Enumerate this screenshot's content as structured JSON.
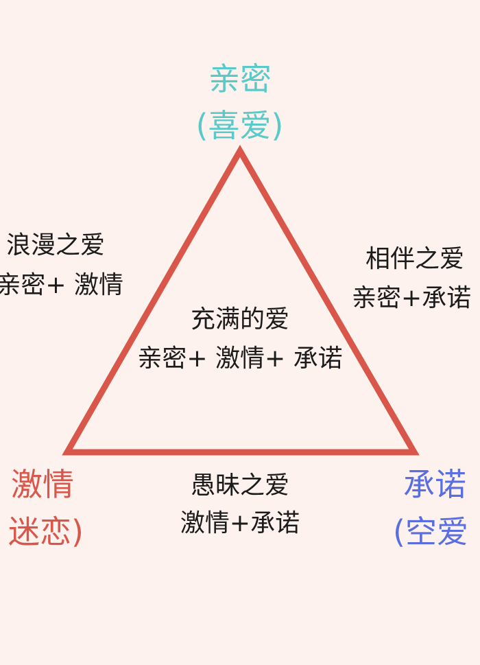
{
  "colors": {
    "background": "#fdf2ee",
    "triangle": "#d9574a",
    "intimacy": "#5cc9c9",
    "passion": "#d9574a",
    "commitment": "#5b6ee0",
    "text": "#1b1b1b"
  },
  "vertices": {
    "intimacy": {
      "title": "亲密",
      "subtitle": "(喜爱)"
    },
    "passion": {
      "title": "激情",
      "subtitle": "迷恋)"
    },
    "commitment": {
      "title": "承诺",
      "subtitle": "(空爱"
    }
  },
  "loves": {
    "romantic": {
      "name": "浪漫之爱",
      "formula": "亲密+ 激情"
    },
    "companionate": {
      "name": "相伴之爱",
      "formula": "亲密+承诺"
    },
    "consummate": {
      "name": "充满的爱",
      "formula": "亲密+ 激情+ 承诺"
    },
    "fatuous": {
      "name": "愚昧之爱",
      "formula": "激情+承诺"
    }
  }
}
